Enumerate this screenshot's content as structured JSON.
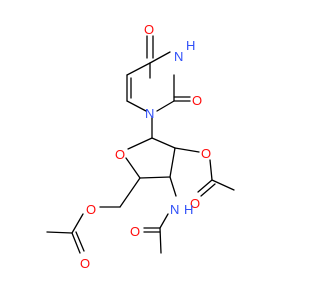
{
  "molecule": {
    "atom_labels": {
      "o_top": "O",
      "nh_ring": "H",
      "nh_ring_n": "N",
      "o_carbonyl": "O",
      "n_ring": "N",
      "o_furanose": "O",
      "o_acetate_2": "O",
      "o_acetate_2_carbonyl": "O",
      "nh_amide_h": "H",
      "nh_amide_n": "N",
      "o_acetate_5": "O",
      "o_acetate_5_carbonyl": "O",
      "o_amide": "O"
    },
    "colors": {
      "oxygen": "#ff0d0d",
      "nitrogen": "#3050f8",
      "carbon": "#000000"
    }
  }
}
